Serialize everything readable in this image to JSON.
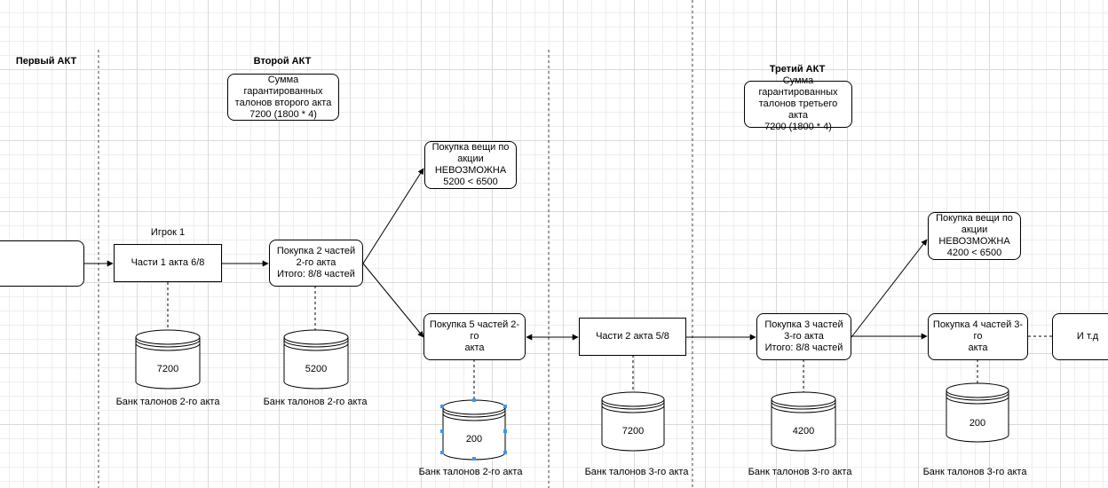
{
  "acts": {
    "first": "Первый АКТ",
    "second": "Второй АКТ",
    "third": "Третий АКТ"
  },
  "player_label": "Игрок 1",
  "sum_second": [
    "Сумма",
    "гарантированных",
    "талонов второго акта",
    "7200 (1800 * 4)"
  ],
  "sum_third": [
    "Сумма",
    "гарантированных",
    "талонов третьего акта",
    "7200 (1800 * 4)"
  ],
  "nodes": {
    "parts_act1": "Части 1 акта 6/8",
    "buy2_act2": [
      "Покупка 2 частей",
      "2-го акта",
      "Итого: 8/8 частей"
    ],
    "promo_impossible_1": [
      "Покупка вещи по",
      "акции",
      "НЕВОЗМОЖНА",
      "5200 < 6500"
    ],
    "buy5_act2": [
      "Покупка 5 частей 2-го",
      "акта"
    ],
    "parts_act2": "Части 2 акта 5/8",
    "buy3_act3": [
      "Покупка 3 частей",
      "3-го акта",
      "Итого: 8/8 частей"
    ],
    "promo_impossible_2": [
      "Покупка вещи по",
      "акции",
      "НЕВОЗМОЖНА",
      "4200 < 6500"
    ],
    "buy4_act3": [
      "Покупка 4 частей 3-го",
      "акта"
    ],
    "etc": "И т.д"
  },
  "banks": {
    "b1": {
      "value": "7200",
      "label": "Банк талонов 2-го акта"
    },
    "b2": {
      "value": "5200",
      "label": "Банк талонов 2-го акта"
    },
    "b3": {
      "value": "200",
      "label": "Банк талонов 2-го акта"
    },
    "b4": {
      "value": "7200",
      "label": "Банк талонов 3-го акта"
    },
    "b5": {
      "value": "4200",
      "label": "Банк талонов 3-го акта"
    },
    "b6": {
      "value": "200",
      "label": "Банк талонов 3-го акта"
    }
  },
  "colors": {
    "selection": "#3399ff"
  }
}
